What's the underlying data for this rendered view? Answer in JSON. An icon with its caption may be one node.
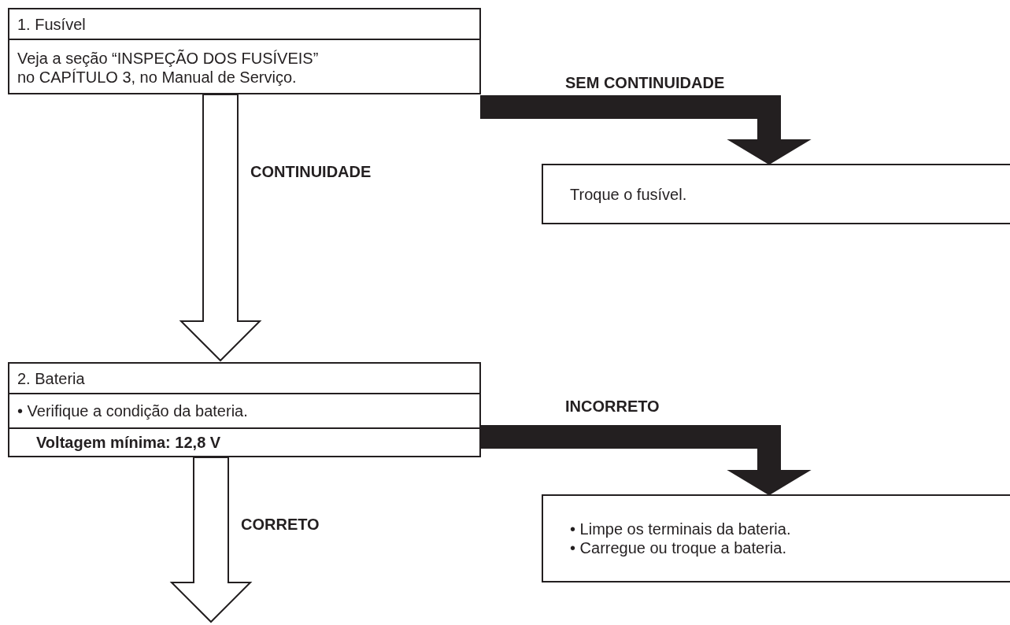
{
  "diagram": {
    "nodes": [
      {
        "text": [
          "1. Fusível",
          "Veja a seção “INSPEÇÃO DOS FUSÍVEIS” no CAPÍTULO 3, no Manual de Serviço."
        ]
      },
      {
        "text": [
          "Troque o fusível."
        ]
      },
      {
        "text": [
          "2. Bateria",
          "• Verifique a condição da bateria.",
          "Voltagem mínima: 12,8 V"
        ]
      },
      {
        "text": [
          "• Limpe os terminais da bateria.",
          "• Carregue ou troque a bateria."
        ]
      }
    ],
    "edges": [
      {
        "from": 0,
        "to": 1,
        "arrow": "to",
        "label": "SEM CONTINUIDADE",
        "style": "thick"
      },
      {
        "from": 0,
        "to": 2,
        "arrow": "to",
        "label": "CONTINUIDADE"
      },
      {
        "from": 2,
        "to": 3,
        "arrow": "to",
        "label": "INCORRETO",
        "style": "thick"
      },
      {
        "from": 2,
        "to": null,
        "arrow": "to",
        "label": "CORRETO"
      }
    ]
  }
}
